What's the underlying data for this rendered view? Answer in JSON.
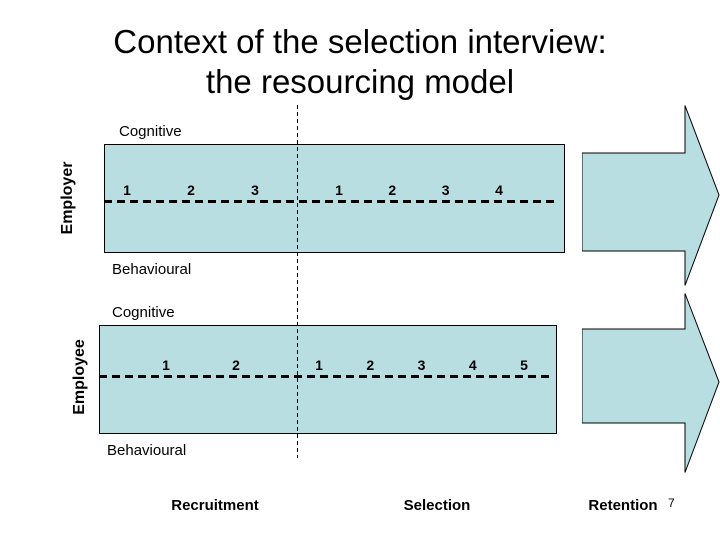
{
  "slide": {
    "title_line1": "Context of the selection interview:",
    "title_line2": "the resourcing model",
    "page_number": "7",
    "colors": {
      "band_fill": "#B8DEE2",
      "shape_outline": "#000000"
    }
  },
  "employer_row": {
    "axis_label": "Employer",
    "top_label": "Cognitive",
    "bottom_label": "Behavioural",
    "scale_left": [
      "1",
      "2",
      "3"
    ],
    "scale_right": [
      "1",
      "2",
      "3",
      "4"
    ]
  },
  "employee_row": {
    "axis_label": "Employee",
    "top_label": "Cognitive",
    "bottom_label": "Behavioural",
    "scale_left": [
      "1",
      "2"
    ],
    "scale_right": [
      "1",
      "2",
      "3",
      "4",
      "5"
    ]
  },
  "phases": {
    "recruitment": "Recruitment",
    "selection": "Selection",
    "retention": "Retention"
  },
  "icons": {
    "flow_arrow_top": "right-block-arrow",
    "flow_arrow_bottom": "right-block-arrow"
  }
}
